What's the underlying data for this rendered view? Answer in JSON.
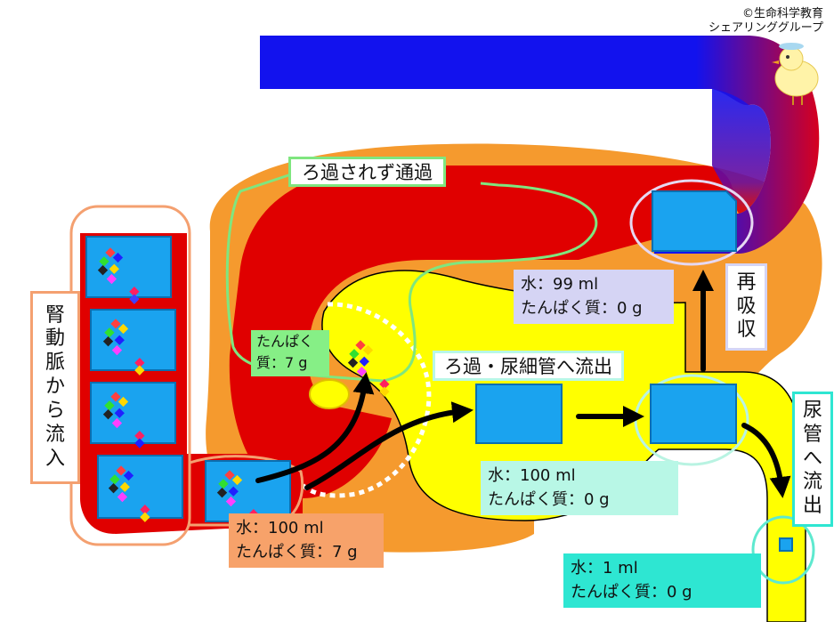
{
  "credit": {
    "line1": "©生命科学教育",
    "line2": "シェアリンググループ"
  },
  "labels": {
    "not_filtered": "ろ過されず通過",
    "filtered": "ろ過・尿細管へ流出",
    "artery_inflow": [
      "腎",
      "動",
      "脈",
      "か",
      "ら",
      "流",
      "入"
    ],
    "reabsorption": [
      "再",
      "吸",
      "収"
    ],
    "ureter_outflow": [
      "尿",
      "管",
      "へ",
      "流",
      "出"
    ]
  },
  "info": {
    "artery": {
      "water": "水：100 ml",
      "protein": "たんぱく質：7 g"
    },
    "glomerulus": {
      "line1": "たんぱく",
      "line2": "質：7 g"
    },
    "filtrate": {
      "water": "水：100 ml",
      "protein": "たんぱく質：0 g"
    },
    "reabsorbed": {
      "water": "水：99 ml",
      "protein": "たんぱく質：0 g"
    },
    "urine": {
      "water": "水：1 ml",
      "protein": "たんぱく質：0 g"
    }
  },
  "colors": {
    "vein": "#1010e8",
    "artery": "#e00000",
    "tissue": "#f59a2e",
    "tubule": "#ffff00",
    "water_block": "#1aa3ef",
    "info_orange": "#f7a26a",
    "info_green": "#86ef86",
    "info_lavender": "#d5d4f4",
    "info_mint": "#b8f7e6",
    "info_teal": "#2ee6d2"
  },
  "icons": [
    "protein-particle-icon",
    "water-block-icon",
    "chick-mascot-icon",
    "flow-arrow-icon"
  ]
}
